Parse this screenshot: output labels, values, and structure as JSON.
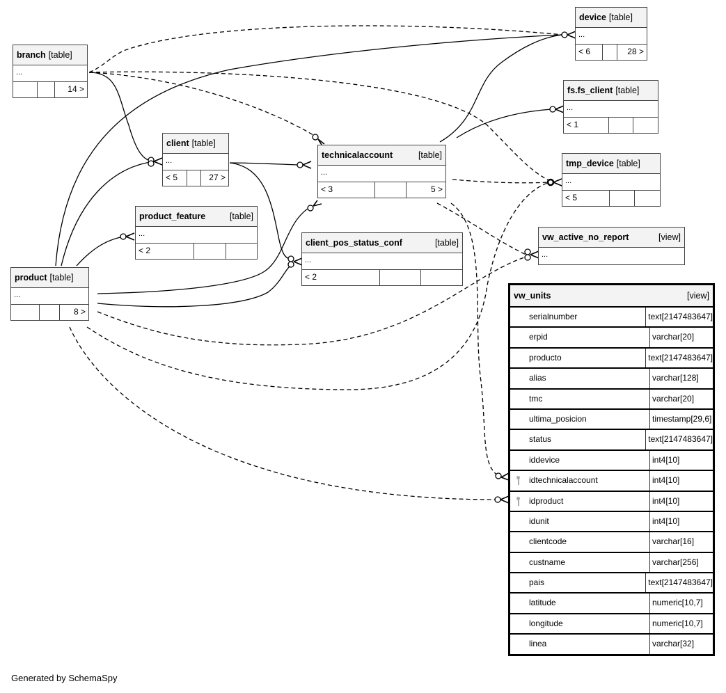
{
  "tables": {
    "branch": {
      "name": "branch",
      "kind": "[table]",
      "dots": "...",
      "foot": [
        "",
        "",
        "14 >"
      ]
    },
    "device": {
      "name": "device",
      "kind": "[table]",
      "dots": "...",
      "foot": [
        "< 6",
        "",
        "28 >"
      ]
    },
    "fs_client": {
      "name": "fs.fs_client",
      "kind": "[table]",
      "dots": "...",
      "foot": [
        "< 1",
        "",
        ""
      ]
    },
    "client": {
      "name": "client",
      "kind": "[table]",
      "dots": "...",
      "foot": [
        "< 5",
        "",
        "27 >"
      ]
    },
    "technicalaccount": {
      "name": "technicalaccount",
      "kind": "[table]",
      "dots": "...",
      "foot": [
        "< 3",
        "",
        "5 >"
      ]
    },
    "tmp_device": {
      "name": "tmp_device",
      "kind": "[table]",
      "dots": "...",
      "foot": [
        "< 5",
        "",
        ""
      ]
    },
    "product_feature": {
      "name": "product_feature",
      "kind": "[table]",
      "dots": "...",
      "foot": [
        "< 2",
        "",
        ""
      ]
    },
    "client_pos_status_conf": {
      "name": "client_pos_status_conf",
      "kind": "[table]",
      "dots": "...",
      "foot": [
        "< 2",
        "",
        ""
      ]
    },
    "vw_active_no_report": {
      "name": "vw_active_no_report",
      "kind": "[view]",
      "dots": "..."
    },
    "product": {
      "name": "product",
      "kind": "[table]",
      "dots": "...",
      "foot": [
        "",
        "",
        "8 >"
      ]
    },
    "vw_units": {
      "name": "vw_units",
      "kind": "[view]",
      "columns": [
        {
          "name": "serialnumber",
          "type": "text[2147483647]",
          "key": false
        },
        {
          "name": "erpid",
          "type": "varchar[20]",
          "key": false
        },
        {
          "name": "producto",
          "type": "text[2147483647]",
          "key": false
        },
        {
          "name": "alias",
          "type": "varchar[128]",
          "key": false
        },
        {
          "name": "tmc",
          "type": "varchar[20]",
          "key": false
        },
        {
          "name": "ultima_posicion",
          "type": "timestamp[29,6]",
          "key": false
        },
        {
          "name": "status",
          "type": "text[2147483647]",
          "key": false
        },
        {
          "name": "iddevice",
          "type": "int4[10]",
          "key": false
        },
        {
          "name": "idtechnicalaccount",
          "type": "int4[10]",
          "key": true
        },
        {
          "name": "idproduct",
          "type": "int4[10]",
          "key": true
        },
        {
          "name": "idunit",
          "type": "int4[10]",
          "key": false
        },
        {
          "name": "clientcode",
          "type": "varchar[16]",
          "key": false
        },
        {
          "name": "custname",
          "type": "varchar[256]",
          "key": false
        },
        {
          "name": "pais",
          "type": "text[2147483647]",
          "key": false
        },
        {
          "name": "latitude",
          "type": "numeric[10,7]",
          "key": false
        },
        {
          "name": "longitude",
          "type": "numeric[10,7]",
          "key": false
        },
        {
          "name": "linea",
          "type": "varchar[32]",
          "key": false
        }
      ]
    }
  },
  "relationships": [
    {
      "from": "branch",
      "to": "device",
      "style": "dashed"
    },
    {
      "from": "branch",
      "to": "client",
      "style": "solid"
    },
    {
      "from": "branch",
      "to": "technicalaccount",
      "style": "dashed"
    },
    {
      "from": "branch",
      "to": "tmp_device",
      "style": "dashed"
    },
    {
      "from": "product",
      "to": "device",
      "style": "solid"
    },
    {
      "from": "product",
      "to": "client",
      "style": "solid"
    },
    {
      "from": "product",
      "to": "product_feature",
      "style": "solid"
    },
    {
      "from": "product",
      "to": "technicalaccount",
      "style": "solid"
    },
    {
      "from": "product",
      "to": "client_pos_status_conf",
      "style": "solid"
    },
    {
      "from": "product",
      "to": "vw_active_no_report",
      "style": "dashed"
    },
    {
      "from": "product",
      "to": "tmp_device",
      "style": "dashed"
    },
    {
      "from": "product",
      "to": "vw_units",
      "style": "dashed"
    },
    {
      "from": "client",
      "to": "technicalaccount",
      "style": "solid"
    },
    {
      "from": "client",
      "to": "client_pos_status_conf",
      "style": "solid"
    },
    {
      "from": "technicalaccount",
      "to": "device",
      "style": "solid"
    },
    {
      "from": "technicalaccount",
      "to": "fs_client",
      "style": "solid"
    },
    {
      "from": "technicalaccount",
      "to": "tmp_device",
      "style": "dashed"
    },
    {
      "from": "technicalaccount",
      "to": "vw_active_no_report",
      "style": "dashed"
    },
    {
      "from": "technicalaccount",
      "to": "vw_units",
      "style": "dashed"
    }
  ],
  "footer": "Generated by SchemaSpy"
}
